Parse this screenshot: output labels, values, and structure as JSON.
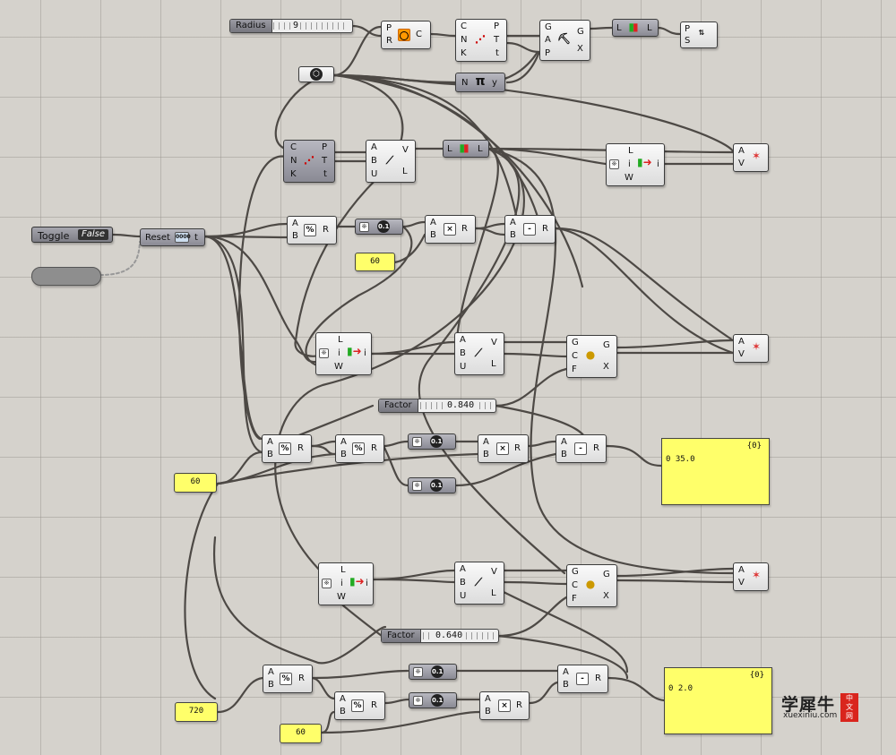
{
  "sliders": {
    "radius": {
      "name": "Radius",
      "value": "9"
    },
    "factor1": {
      "name": "Factor",
      "value": "0.840"
    },
    "factor2": {
      "name": "Factor",
      "value": "0.640"
    }
  },
  "toggle": {
    "name": "Toggle",
    "value": "False"
  },
  "reset": {
    "label": "Reset",
    "output": "t"
  },
  "panels": {
    "p60a": "60",
    "p60b": "60",
    "p720": "720",
    "p60c": "60",
    "out1": {
      "path": "{0}",
      "line": "0 35.0"
    },
    "out2": {
      "path": "{0}",
      "line": "0 2.0"
    }
  },
  "ports": {
    "P": "P",
    "R": "R",
    "C": "C",
    "N": "N",
    "K": "K",
    "T": "T",
    "t": "t",
    "G": "G",
    "A": "A",
    "X": "X",
    "L": "L",
    "S": "S",
    "y": "y",
    "B": "B",
    "V": "V",
    "U": "U",
    "W": "W",
    "i": "i",
    "F": "F"
  },
  "icons": {
    "circle": "circle-icon",
    "curve": "curve-divide-icon",
    "graft": "geometry-graft-icon",
    "list": "list-item-icon",
    "pi": "π",
    "div": "division-icon",
    "mul": "multiplication-icon",
    "sub": "subtraction-icon",
    "modulus": "modulus-icon",
    "vec": "vector-icon",
    "preview": "custom-preview-icon",
    "gate": "gate-icon"
  },
  "symbols": {
    "mul": "×",
    "sub": "-",
    "pi": "π",
    "dec": "0.1",
    "div": "%"
  },
  "watermark": {
    "title": "学犀牛",
    "site": "xuexiniu.com",
    "tag1": "中",
    "tag2": "文",
    "tag3": "网"
  }
}
